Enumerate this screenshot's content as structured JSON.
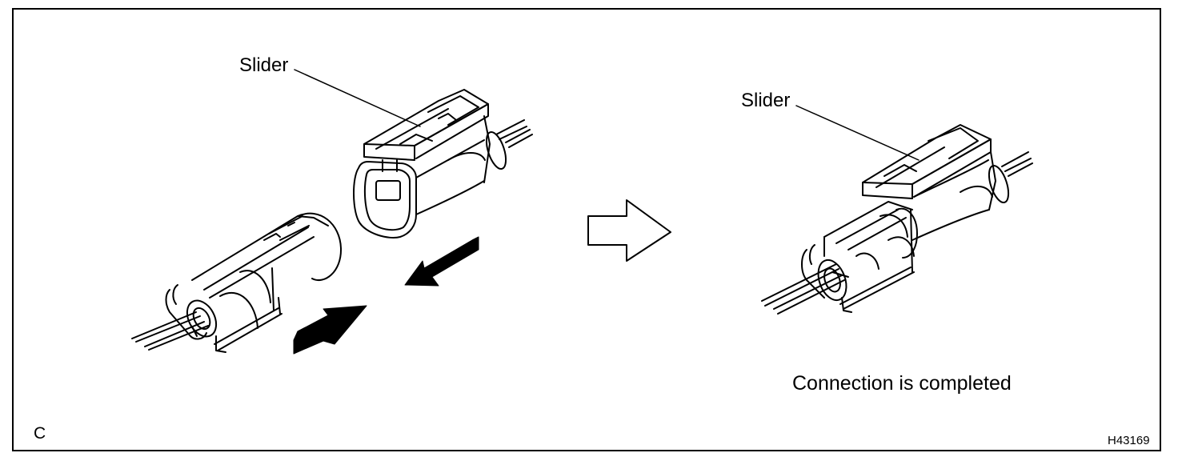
{
  "labels": {
    "slider_left": "Slider",
    "slider_right": "Slider",
    "caption": "Connection is completed",
    "corner_mark": "C",
    "figure_id": "H43169"
  },
  "colors": {
    "ink": "#000000",
    "paper": "#ffffff"
  }
}
